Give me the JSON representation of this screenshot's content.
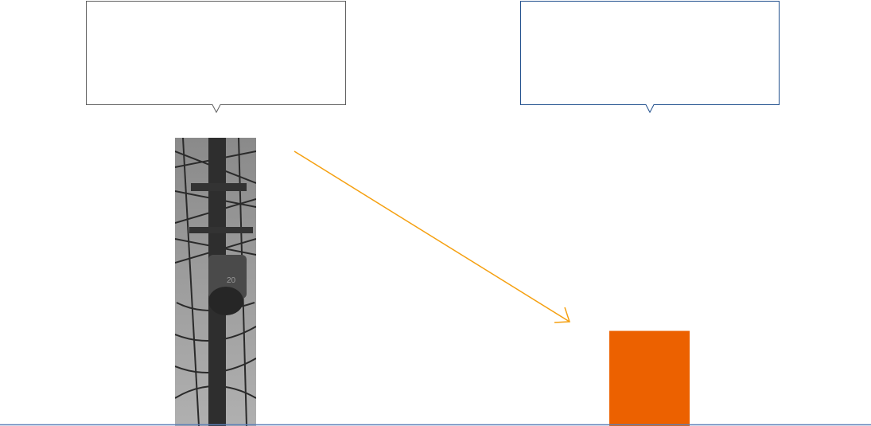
{
  "colors": {
    "callout_left_border": "#5f5f5f",
    "callout_right_border": "#1f4e8c",
    "arrow": "#f5a010",
    "bar": "#ec6100",
    "baseline": "#5b7fb8"
  },
  "photo": {
    "subject": "utility-pole-with-transformer",
    "label_on_transformer": "20"
  },
  "bar": {
    "relative_height": 0.33
  }
}
